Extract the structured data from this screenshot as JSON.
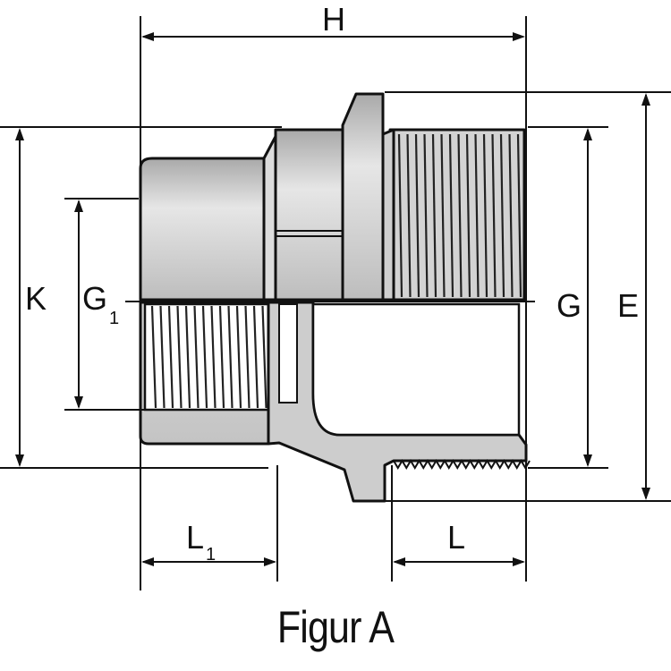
{
  "labels": {
    "H": "H",
    "K": "K",
    "G1_main": "G",
    "G1_sub": "1",
    "G": "G",
    "E": "E",
    "L1_main": "L",
    "L1_sub": "1",
    "L": "L"
  },
  "caption": "Figur A",
  "colors": {
    "ink": "#111111",
    "metal_light": "#e2e2e2",
    "metal_mid": "#cfcfcf",
    "metal_dark": "#9a9a9a",
    "white": "#ffffff"
  }
}
